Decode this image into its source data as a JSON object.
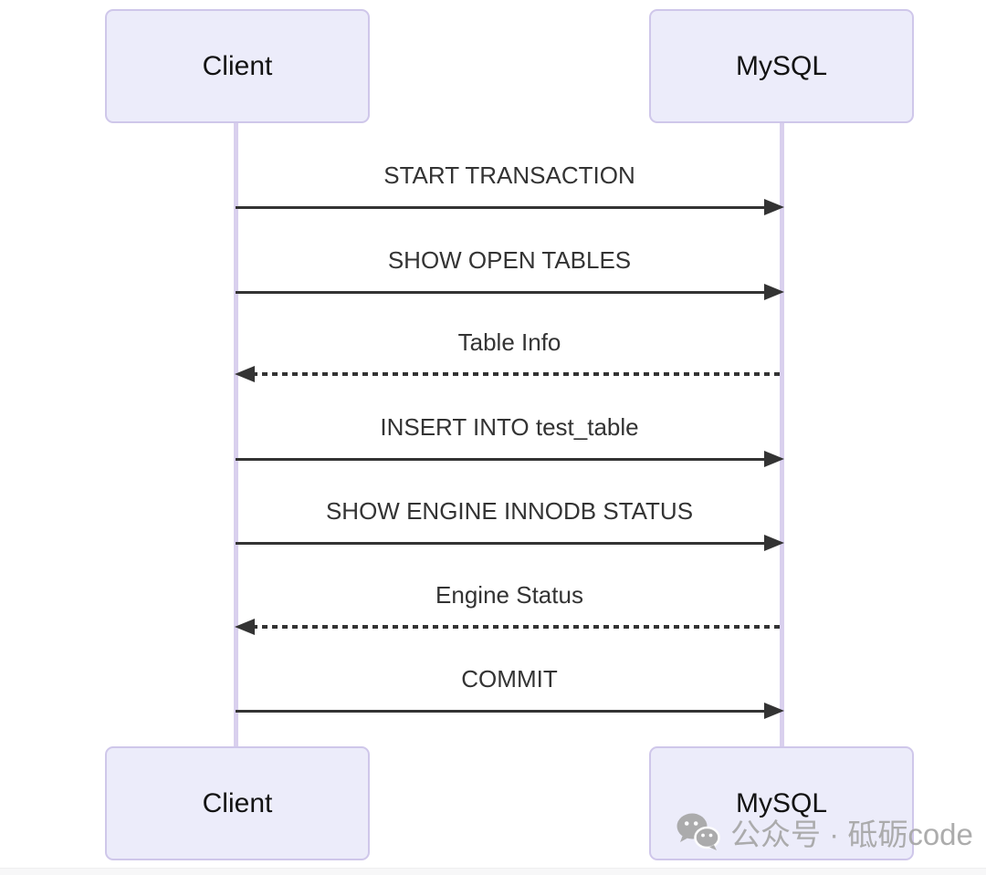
{
  "diagram": {
    "type": "sequence",
    "actors": [
      {
        "id": "client",
        "label": "Client"
      },
      {
        "id": "mysql",
        "label": "MySQL"
      }
    ],
    "messages": [
      {
        "from": "Client",
        "to": "MySQL",
        "label": "START TRANSACTION",
        "style": "solid"
      },
      {
        "from": "Client",
        "to": "MySQL",
        "label": "SHOW OPEN TABLES",
        "style": "solid"
      },
      {
        "from": "MySQL",
        "to": "Client",
        "label": "Table Info",
        "style": "dashed"
      },
      {
        "from": "Client",
        "to": "MySQL",
        "label": "INSERT INTO test_table",
        "style": "solid"
      },
      {
        "from": "Client",
        "to": "MySQL",
        "label": "SHOW ENGINE INNODB STATUS",
        "style": "solid"
      },
      {
        "from": "MySQL",
        "to": "Client",
        "label": "Engine Status",
        "style": "dashed"
      },
      {
        "from": "Client",
        "to": "MySQL",
        "label": "COMMIT",
        "style": "solid"
      }
    ],
    "colors": {
      "actor_fill": "#ECECFA",
      "actor_border": "#CFC7EA",
      "lifeline": "#D9D0EE",
      "message_text": "#333333",
      "arrow": "#333333"
    }
  },
  "watermark": {
    "icon": "wechat-icon",
    "text": "公众号 · 砥砺code",
    "color": "#A6A6A6"
  }
}
